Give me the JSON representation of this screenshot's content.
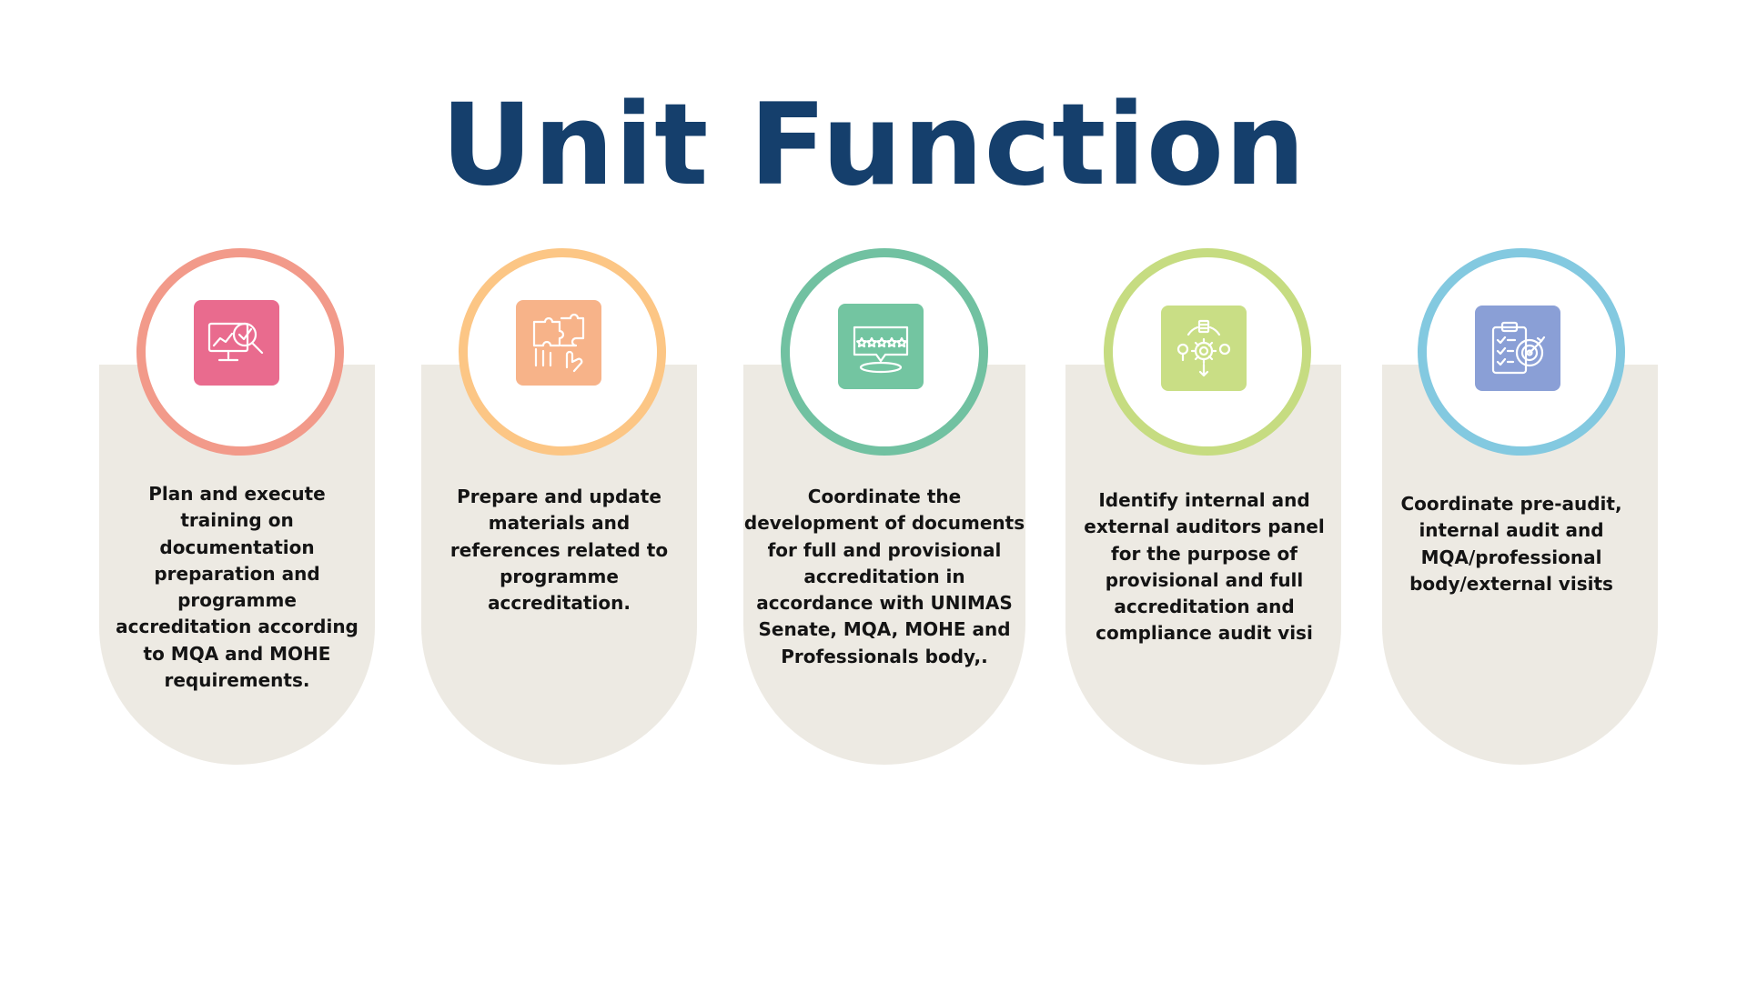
{
  "title": "Unit Function",
  "colors": {
    "title": "#153f6c",
    "card_background": "#edeae3",
    "ring_colors": [
      "#f29a8a",
      "#fcc685",
      "#71c1a1",
      "#c6dc81",
      "#83c9e0"
    ],
    "tile_colors": [
      "#e96b8e",
      "#f7b389",
      "#73c5a1",
      "#c9de85",
      "#8a9fd6"
    ]
  },
  "functions": [
    {
      "icon": "monitor-analytics-icon",
      "text": "Plan and execute training on documentation preparation and programme accreditation according to MQA and MOHE requirements."
    },
    {
      "icon": "puzzle-pieces-icon",
      "text": "Prepare and update materials and references related to programme accreditation."
    },
    {
      "icon": "rating-stars-icon",
      "text": "Coordinate the development of documents for full and provisional accreditation in accordance with UNIMAS Senate, MQA, MOHE and Professionals body,."
    },
    {
      "icon": "gear-process-icon",
      "text": "Identify internal and external auditors panel for the purpose of provisional and full accreditation and compliance audit visi"
    },
    {
      "icon": "clipboard-target-icon",
      "text": "Coordinate pre-audit, internal audit and MQA/professional body/external visits"
    }
  ]
}
